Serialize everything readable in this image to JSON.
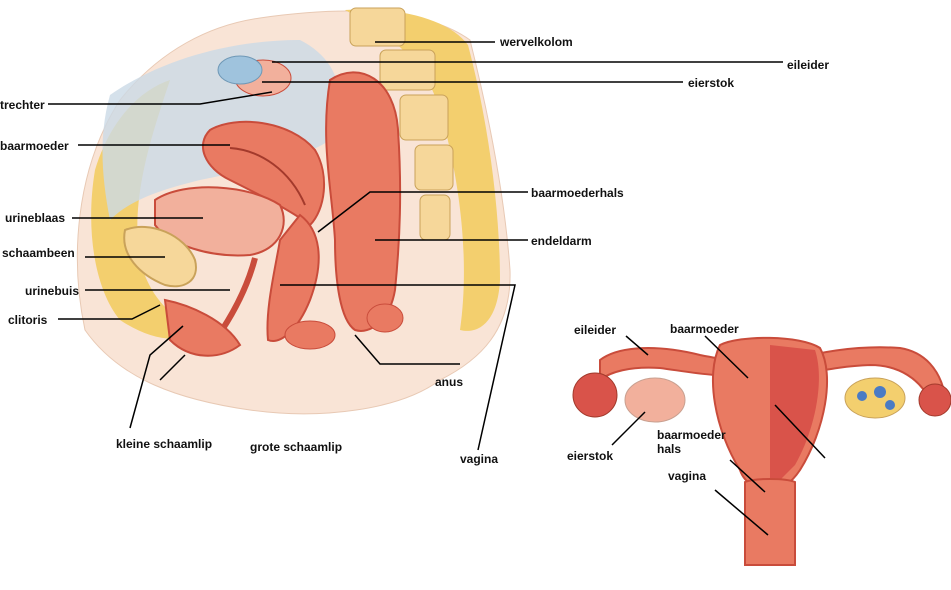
{
  "colors": {
    "skin": "#f9e4d6",
    "fat": "#f3cf6e",
    "tissue": "#e97a62",
    "muscle": "#d9534a",
    "organ_light": "#f2b09c",
    "bladder_blue": "#cbd9e6",
    "bone": "#f6d79a",
    "leader_line": "#000000"
  },
  "sagittal": {
    "labels": {
      "wervelkolom": "wervelkolom",
      "eileider": "eileider",
      "eierstok": "eierstok",
      "trechter": "trechter",
      "baarmoeder": "baarmoeder",
      "baarmoederhals": "baarmoederhals",
      "urineblaas": "urineblaas",
      "endeldarm": "endeldarm",
      "schaambeen": "schaambeen",
      "urinebuis": "urinebuis",
      "clitoris": "clitoris",
      "anus": "anus",
      "kleine_schaamlip": "kleine schaamlip",
      "grote_schaamlip": "grote schaamlip",
      "vagina": "vagina"
    }
  },
  "frontal": {
    "labels": {
      "eileider": "eileider",
      "baarmoeder": "baarmoeder",
      "eierstok": "eierstok",
      "baarmoederhals": "baarmoeder\nhals",
      "vagina": "vagina"
    }
  }
}
